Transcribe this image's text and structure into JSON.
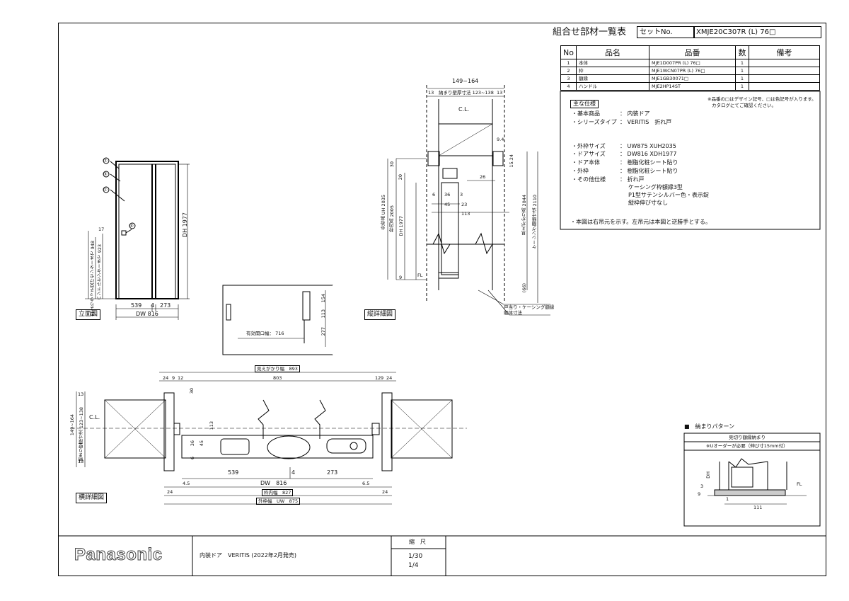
{
  "header": {
    "title": "組合せ部材一覧表",
    "set_no_label": "セットNo.",
    "set_no_value": "XMJE20C307R (L) 76□"
  },
  "parts_table": {
    "columns": [
      "No",
      "品名",
      "品番",
      "数",
      "備考"
    ],
    "rows": [
      {
        "no": "1",
        "name": "本体",
        "code": "MJE1D007PR (L) 76□",
        "qty": "1",
        "note": ""
      },
      {
        "no": "2",
        "name": "枠",
        "code": "MJE1WCN07PR (L) 76□",
        "qty": "1",
        "note": ""
      },
      {
        "no": "3",
        "name": "額縁",
        "code": "MJE1GB30071□",
        "qty": "1",
        "note": ""
      },
      {
        "no": "4",
        "name": "ハンドル",
        "code": "MJE2HP14ST",
        "qty": "1",
        "note": ""
      }
    ]
  },
  "spec": {
    "heading": "主な仕様",
    "note1": "※品番の□はデザイン記号、□は色記号が入ります。",
    "note2": "カタログにてご確認ください。",
    "items": [
      {
        "k": "・基本商品",
        "v": "： 内装ドア"
      },
      {
        "k": "・シリーズタイプ",
        "v": "： VERITIS　折れ戸"
      },
      {
        "k": "・外枠サイズ",
        "v": "： UW875 XUH2035"
      },
      {
        "k": "・ドアサイズ",
        "v": "： DW816 XDH1977"
      },
      {
        "k": "・ドア本体",
        "v": "： 樹脂化粧シート貼り"
      },
      {
        "k": "・外枠",
        "v": "： 樹脂化粧シート貼り"
      },
      {
        "k": "・その他仕様",
        "v": "： 折れ戸"
      }
    ],
    "extra": [
      "ケーシング枠額縁3型",
      "P1型サテンシルバー色・表示錠",
      "縦枠伸び寸なし"
    ],
    "footnote": "・本図は右吊元を示す。左吊元は本図と逆勝手とする。"
  },
  "elevation": {
    "label": "立面図",
    "markers": [
      "②",
      "③",
      "①",
      "④"
    ],
    "dims": {
      "w1": "539",
      "w2": "4",
      "w3": "273",
      "dw": "DW 816",
      "dh": "DH 1977",
      "h1": "FLよりラッチ受けセンターまで 948",
      "h2": "ハンドルセンターまで 923",
      "h3": "17"
    }
  },
  "plan_small": {
    "dims": {
      "opening": "有効開口幅： 716",
      "a": "154",
      "b": "113",
      "c": "277"
    }
  },
  "vertical": {
    "label": "縦詳細図",
    "dims": {
      "top": "149~164",
      "wall": "納まり壁厚寸法 123~138",
      "t13a": "13",
      "t13b": "13",
      "cl": "C.L.",
      "d94": "9.4",
      "d30": "30",
      "d20": "20",
      "d26": "26",
      "d1524": "15.24",
      "d6": "6",
      "d36": "36",
      "d3": "3",
      "d45": "45",
      "d23": "23",
      "d113": "113",
      "uh": "外枠高 UH 2035",
      "h2005": "枠内高 2005",
      "dh": "DH 1977",
      "h2044": "見えがかり高 2044",
      "h2110": "ケーシング額縁寸法 2110",
      "d9": "9",
      "fl": "FL",
      "d66": "(66)",
      "callout1": "戸当り・ケーシング額縁",
      "callout2": "躯体寸法"
    }
  },
  "horizontal": {
    "label": "横詳細図",
    "dims": {
      "visible": "見えがかり幅　893",
      "d803": "803",
      "d24a": "24",
      "d9a": "9",
      "d12a": "12",
      "d12b": "12",
      "d9b": "9",
      "d24b": "24",
      "d30": "30",
      "d113": "113",
      "d36": "36",
      "d45": "45",
      "d6": "6",
      "cl": "C.L.",
      "top": "149~164",
      "wall": "納まり壁厚寸法 123~138",
      "d13a": "13",
      "d13b": "13",
      "d539": "539",
      "d4": "4",
      "d273": "273",
      "d45b": "4.5",
      "dw": "DW　816",
      "d65": "6.5",
      "d24c": "24",
      "d24d": "24",
      "inner": "枠内幅　827",
      "uw": "外枠幅　UW　875"
    }
  },
  "pattern": {
    "title": "■　納まりパターン",
    "row1": "見切り額縁納まり",
    "row2": "※Uオーダーが必要（伸び寸15mm付）",
    "dims": {
      "dh": "DH",
      "d3": "3",
      "d9": "9",
      "fl": "FL",
      "d111": "111",
      "d1": "1"
    }
  },
  "footer": {
    "brand": "Panasonic",
    "product": "内装ドア　VERITIS (2022年2月発売)",
    "scale_label": "縮　尺",
    "scale1": "1/30",
    "scale2": "1/4"
  }
}
